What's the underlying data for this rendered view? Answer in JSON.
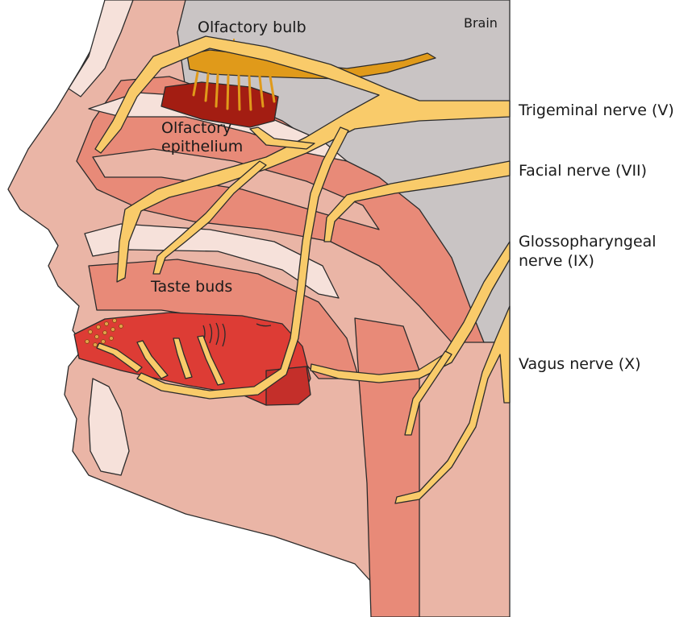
{
  "labels": {
    "brain": "Brain",
    "olfactory_bulb": "Olfactory bulb",
    "olfactory_epithelium_line1": "Olfactory",
    "olfactory_epithelium_line2": "epithelium",
    "taste_buds": "Taste buds",
    "trigeminal": "Trigeminal nerve (V)",
    "facial": "Facial nerve (VII)",
    "glosso_line1": "Glossopharyngeal",
    "glosso_line2": "nerve (IX)",
    "vagus": "Vagus nerve (X)"
  },
  "colors": {
    "brain": "#c9c4c4",
    "skin": "#eab5a6",
    "tissue_dark": "#e88a78",
    "bone": "#f6e1da",
    "nerve": "#f9cb6a",
    "olfactory_bulb": "#e09a1a",
    "epithelium": "#a31d12",
    "tongue": "#dd3c35",
    "outline": "#2b2b2b"
  }
}
